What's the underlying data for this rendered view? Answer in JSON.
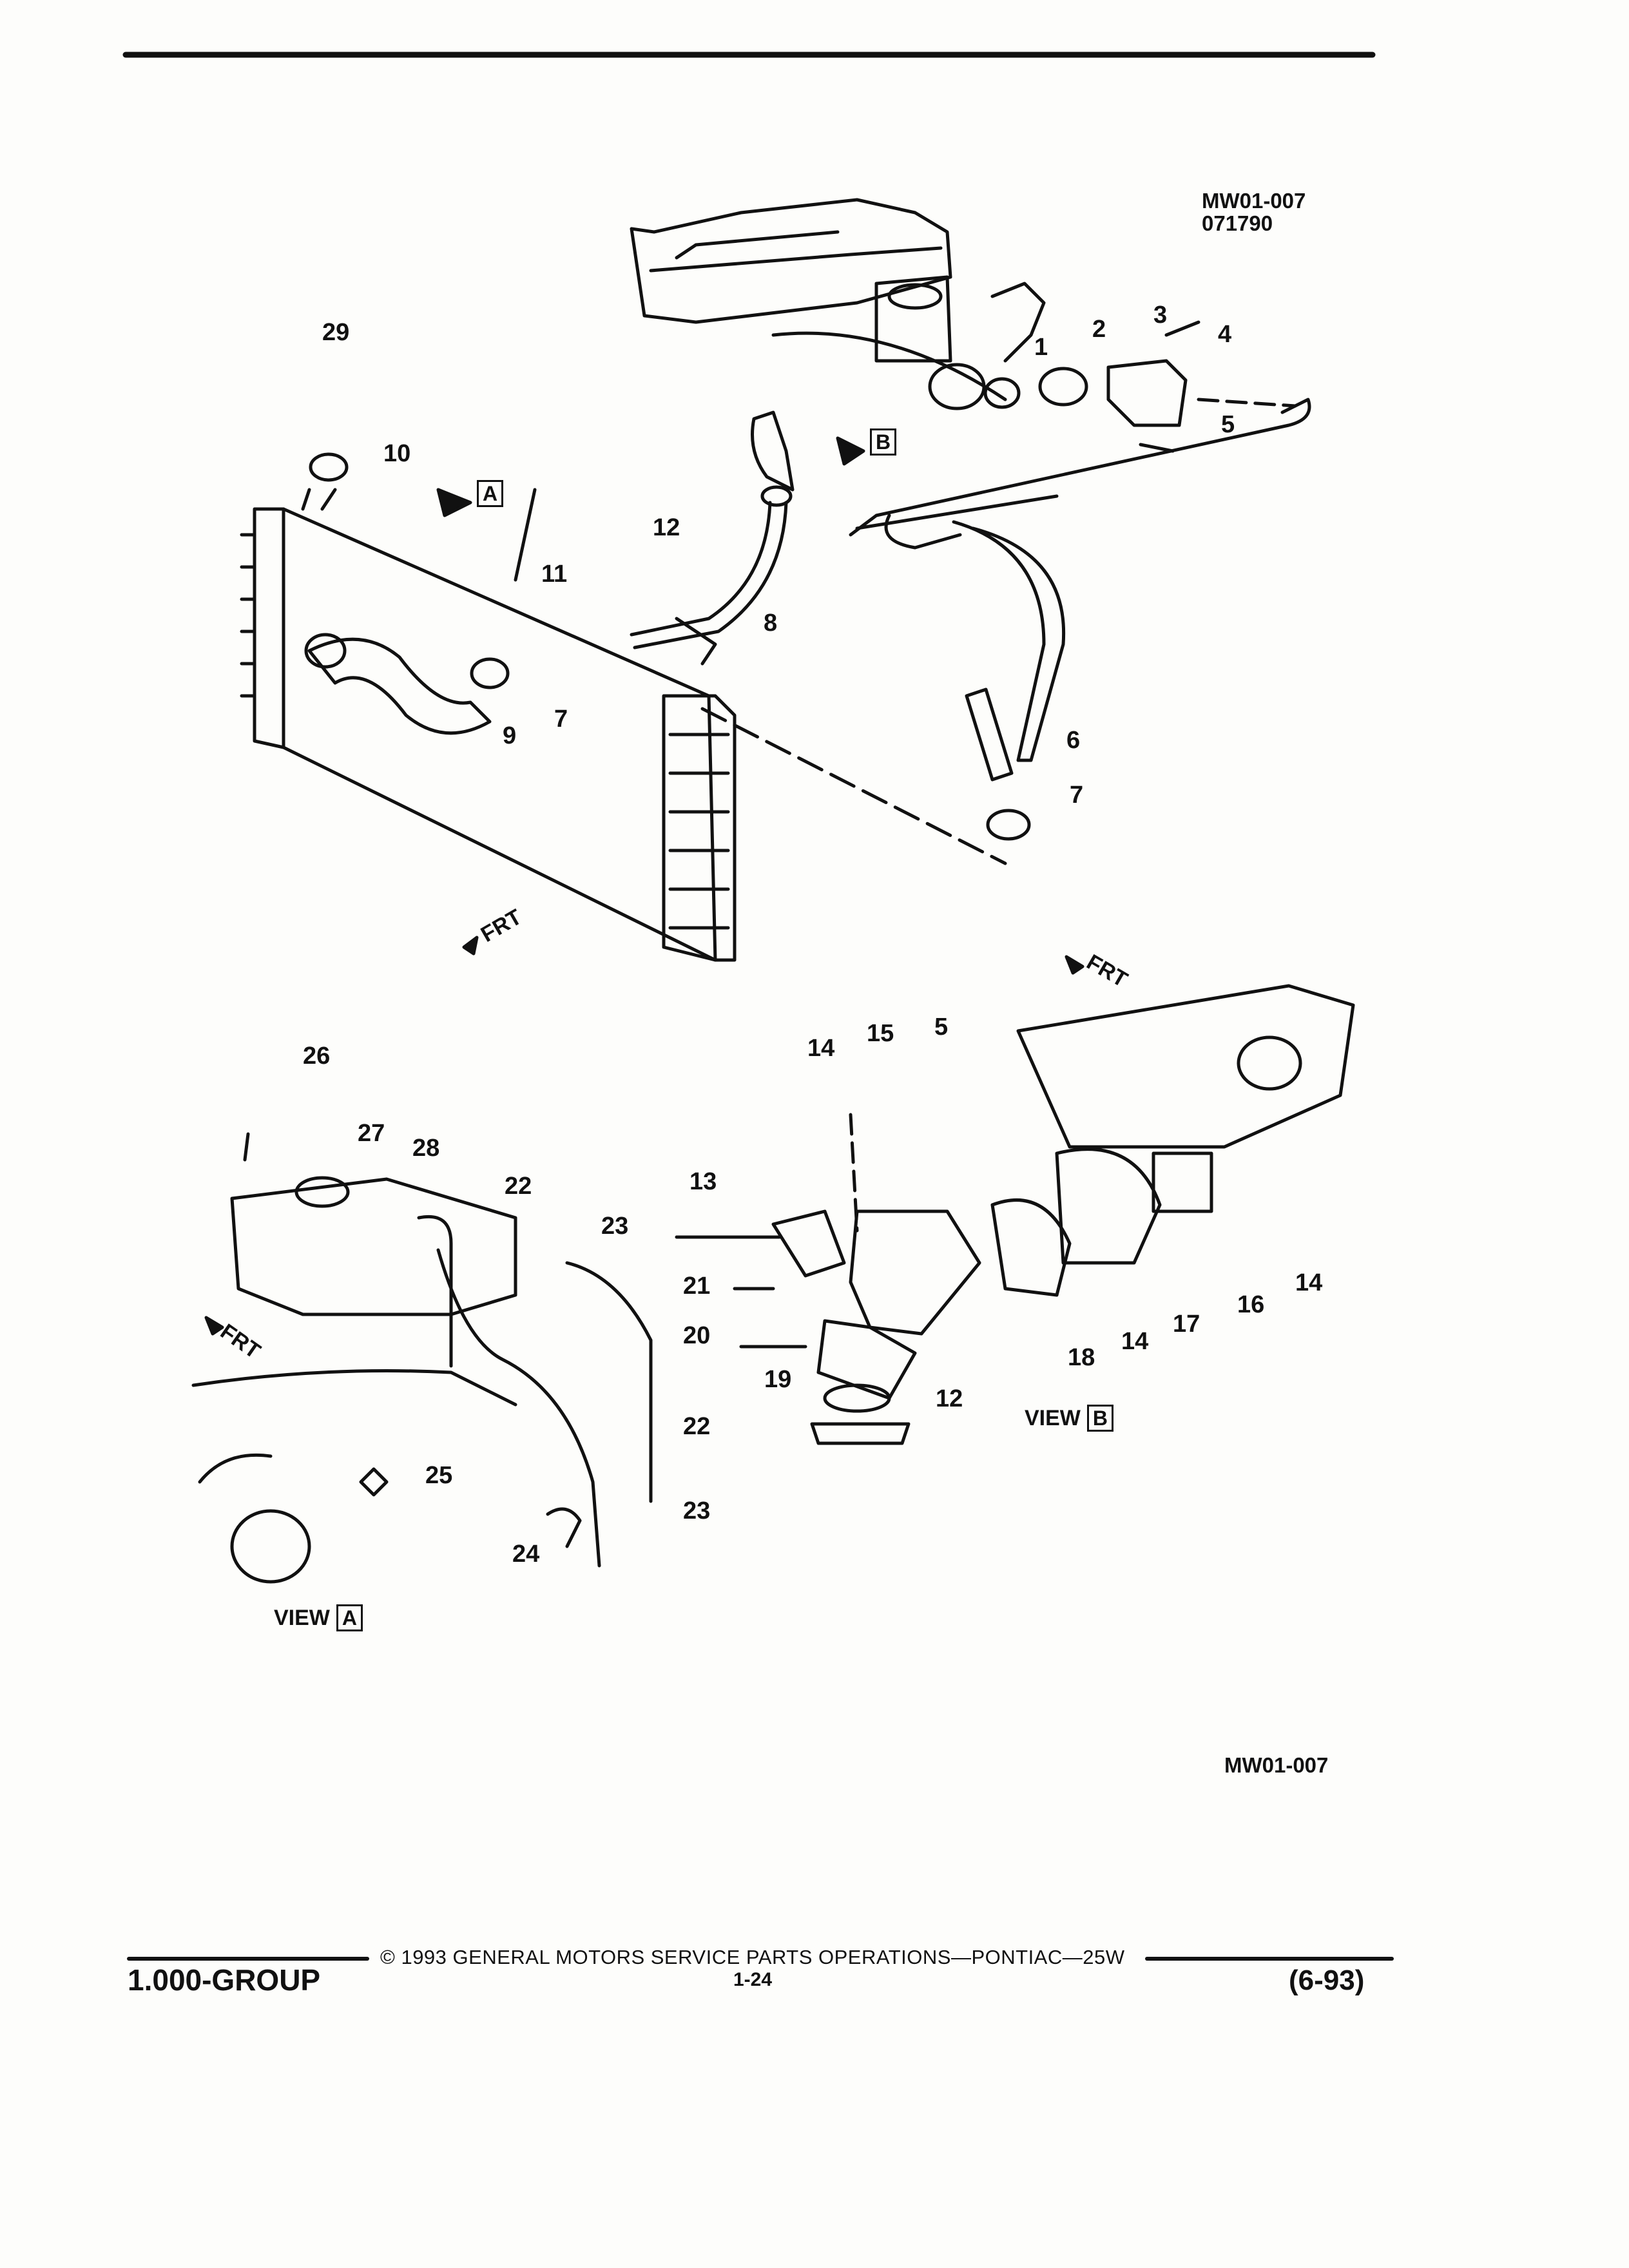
{
  "figure": {
    "code_top": "MW01-007",
    "date_code": "071790",
    "code_bottom": "MW01-007"
  },
  "views": {
    "view_a_label": "VIEW",
    "view_a_letter": "A",
    "view_b_label": "VIEW",
    "view_b_letter": "B"
  },
  "direction_label": "FRT",
  "callouts": [
    "1",
    "2",
    "3",
    "4",
    "5",
    "6",
    "7",
    "7",
    "8",
    "9",
    "10",
    "11",
    "12",
    "29",
    "13",
    "14",
    "14",
    "14",
    "15",
    "5",
    "16",
    "17",
    "18",
    "19",
    "20",
    "21",
    "12",
    "22",
    "22",
    "23",
    "23",
    "24",
    "25",
    "26",
    "27",
    "28"
  ],
  "footer": {
    "group": "1.000-GROUP",
    "copyright": "© 1993 GENERAL MOTORS SERVICE PARTS OPERATIONS—PONTIAC—25W",
    "page": "1-24",
    "date": "(6-93)"
  }
}
